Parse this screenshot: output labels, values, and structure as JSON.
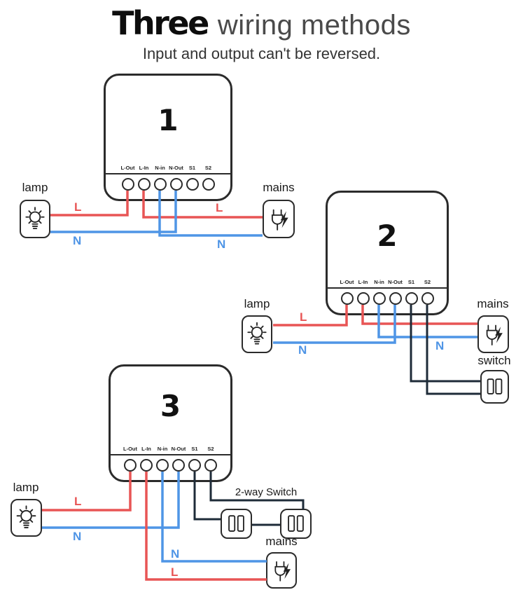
{
  "header": {
    "title_bold": "Three",
    "title_rest": "wiring methods",
    "subtitle": "Input and output can't be reversed."
  },
  "terminals": [
    "L-Out",
    "L-In",
    "N-in",
    "N-Out",
    "S1",
    "S2"
  ],
  "labels": {
    "lamp": "lamp",
    "mains": "mains",
    "switch": "switch",
    "two_way_switch": "2-way Switch",
    "live": "L",
    "neutral": "N"
  },
  "diagrams": [
    {
      "number": "1"
    },
    {
      "number": "2"
    },
    {
      "number": "3"
    }
  ],
  "colors": {
    "live": "#e85555",
    "neutral": "#4f95e6",
    "switch_wire": "#1e2b38",
    "outline": "#2b2b2b"
  }
}
